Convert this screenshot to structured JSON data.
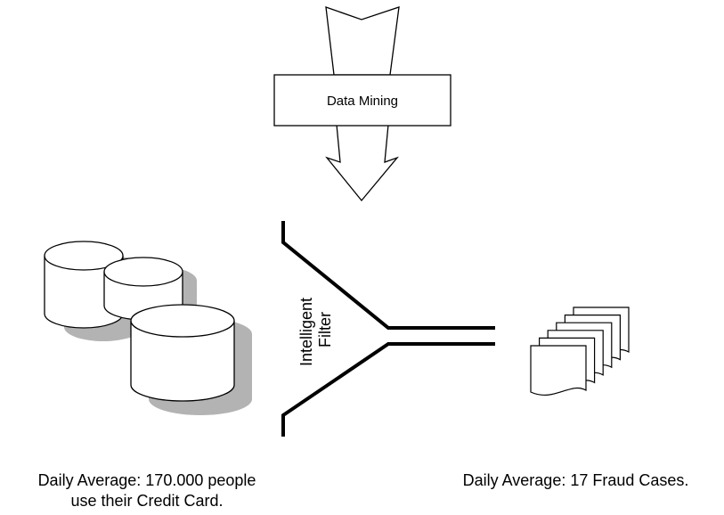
{
  "mining": {
    "label": "Data Mining"
  },
  "filter": {
    "label_line1": "Intelligent",
    "label_line2": "Filter"
  },
  "captions": {
    "left_line1": "Daily Average: 170.000 people",
    "left_line2": "use their Credit Card.",
    "right": "Daily Average: 17 Fraud Cases."
  },
  "colors": {
    "ink": "#000000",
    "shadow": "#b3b3b3",
    "paper": "#ffffff"
  },
  "icons": {
    "databases": "database-cylinder-icon",
    "documents": "document-stack-icon",
    "funnel": "funnel-icon",
    "arrow": "down-arrow-icon"
  }
}
